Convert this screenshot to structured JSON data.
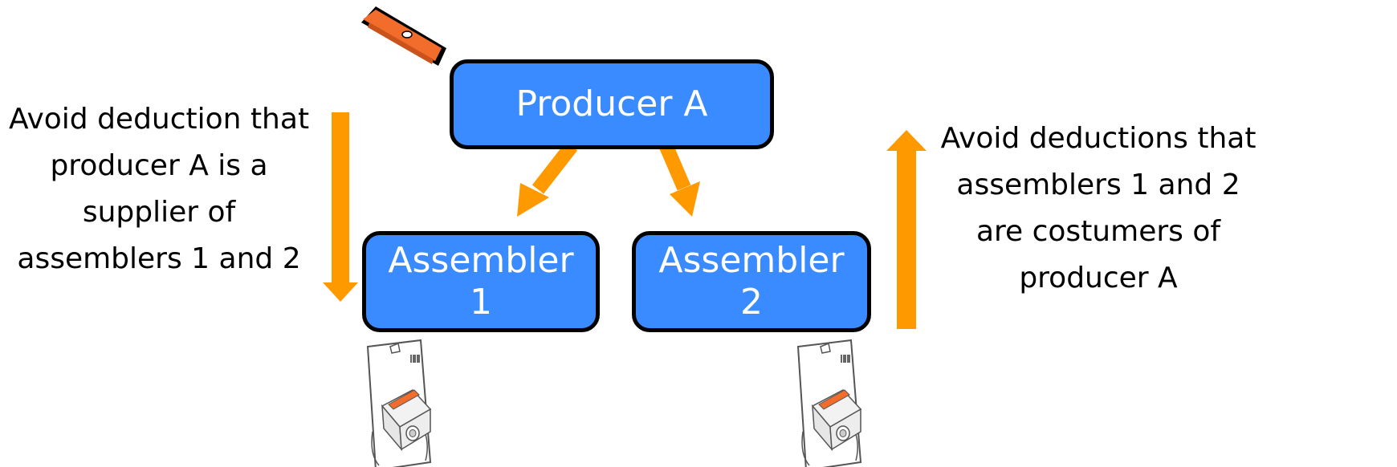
{
  "nodes": {
    "producer": {
      "line1": "Producer A"
    },
    "assembler1": {
      "line1": "Assembler",
      "line2": "1"
    },
    "assembler2": {
      "line1": "Assembler",
      "line2": "2"
    }
  },
  "notes": {
    "left": [
      "Avoid deduction that",
      "producer A is a",
      "supplier of",
      "assemblers 1 and 2"
    ],
    "right": [
      "Avoid deductions that",
      "assemblers 1 and 2",
      "are costumers of",
      "producer A"
    ]
  },
  "colors": {
    "box_fill": "#3a8bff",
    "box_border": "#000000",
    "arrow": "#ff9900",
    "text_on_box": "#ffffff"
  },
  "icons": {
    "part": "sharpener-blade-icon",
    "package": "packaged-sharpener-icon"
  }
}
